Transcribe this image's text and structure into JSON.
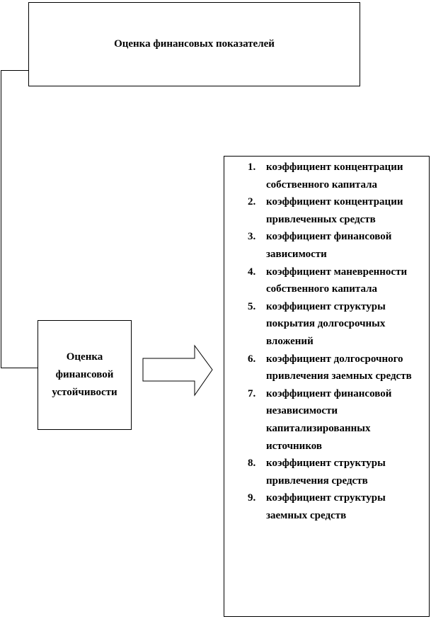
{
  "top_box": {
    "title": "Оценка финансовых показателей"
  },
  "left_box": {
    "title": "Оценка финансовой устойчивости"
  },
  "list": {
    "items": [
      {
        "num": "1.",
        "text": "коэффициент концентрации собственного капитала"
      },
      {
        "num": "2.",
        "text": "коэффициент концентрации привлеченных средств"
      },
      {
        "num": "3.",
        "text": "коэффициент финансовой зависимости"
      },
      {
        "num": "4.",
        "text": "коэффициент маневренности собственного капитала"
      },
      {
        "num": "5.",
        "text": "коэффициент структуры покрытия долгосрочных вложений"
      },
      {
        "num": "6.",
        "text": "коэффициент долгосрочного привлечения заемных средств"
      },
      {
        "num": "7.",
        "text": "коэффициент финансовой независимости капитализированных источников"
      },
      {
        "num": "8.",
        "text": "коэффициент структуры привлечения средств"
      },
      {
        "num": "9.",
        "text": "коэффициент структуры заемных средств"
      }
    ]
  }
}
